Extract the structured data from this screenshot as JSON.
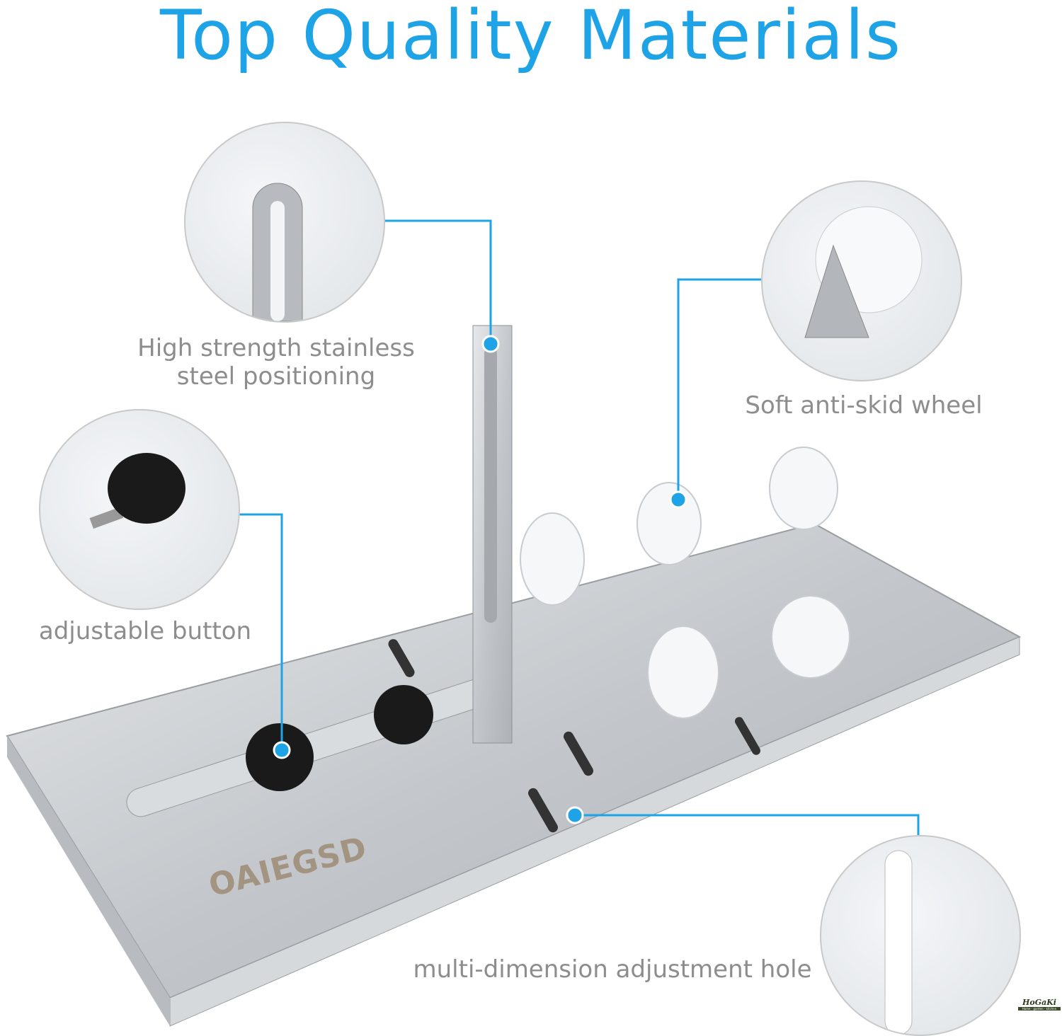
{
  "title": "Top Quality Materials",
  "callouts": [
    {
      "label_line1": "High strength stainless",
      "label_line2": "steel positioning",
      "icon": "steel-bracket-icon"
    },
    {
      "label_line1": "Soft anti-skid wheel",
      "icon": "wheel-icon"
    },
    {
      "label_line1": "adjustable button",
      "icon": "knob-icon"
    },
    {
      "label_line1": "multi-dimension adjustment hole",
      "icon": "adjustment-hole-icon"
    }
  ],
  "product": {
    "brand_mark": "OAIEGSD"
  },
  "watermark": {
    "name": "HoGaKi",
    "tagline": "Home - garden - kitchen"
  },
  "colors": {
    "accent": "#1ea4e6",
    "label": "#8d8d8d",
    "steel": "#c9ccd0"
  }
}
